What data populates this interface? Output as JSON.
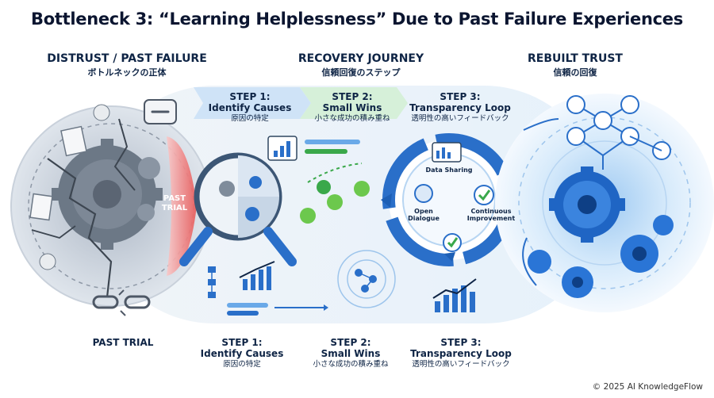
{
  "title": "Bottleneck 3: “Learning Helplessness” Due to Past Failure Experiences",
  "sections": {
    "left": {
      "heading": "DISTRUST / PAST FAILURE",
      "heading_jp": "ボトルネックの正体"
    },
    "middle": {
      "heading": "RECOVERY JOURNEY",
      "heading_jp": "信頼回復のステップ"
    },
    "right": {
      "heading": "REBUILT TRUST",
      "heading_jp": "信頼の回復"
    }
  },
  "past_trial_band": {
    "line1": "PAST",
    "line2": "TRIAL"
  },
  "top_steps": [
    {
      "label": "STEP 1:",
      "title": "Identify Causes",
      "jp": "原因の特定"
    },
    {
      "label": "STEP 2:",
      "title": "Small Wins",
      "jp": "小さな成功の積み重ね"
    },
    {
      "label": "STEP 3:",
      "title": "Transparency Loop",
      "jp": "透明性の高いフィードバック"
    }
  ],
  "bottom_labels": {
    "past_trial": "PAST TRIAL",
    "steps": [
      {
        "label": "STEP 1:",
        "title": "Identify Causes",
        "jp": "原因の特定"
      },
      {
        "label": "STEP 2:",
        "title": "Small Wins",
        "jp": "小さな成功の積み重ね"
      },
      {
        "label": "STEP 3:",
        "title": "Transparency Loop",
        "jp": "透明性の高いフィードバック"
      }
    ]
  },
  "loop_nodes": {
    "data_sharing": "Data Sharing",
    "open_dialogue_1": "Open",
    "open_dialogue_2": "Dialogue",
    "continuous_1": "Continuous",
    "continuous_2": "Improvement"
  },
  "footer": "© 2025 AI KnowledgeFlow",
  "colors": {
    "navy": "#0e2445",
    "blue": "#2a6fc9",
    "light_blue": "#cfe3f7",
    "gray": "#8d96a3",
    "red": "#e34b4b",
    "green": "#3aa84a"
  }
}
